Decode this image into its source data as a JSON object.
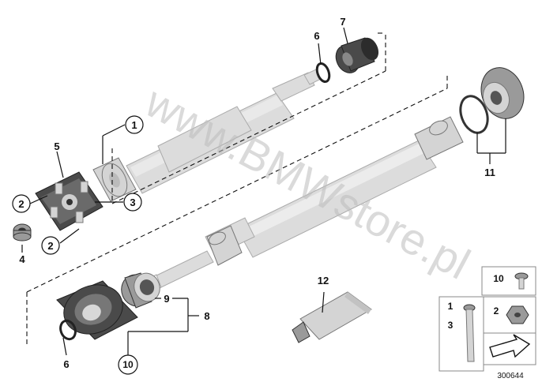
{
  "watermark": "www.BMWstore.pl",
  "labels": {
    "l1": "1",
    "l2a": "2",
    "l2b": "2",
    "l3": "3",
    "l4": "4",
    "l5": "5",
    "l6a": "6",
    "l6b": "6",
    "l7": "7",
    "l8": "8",
    "l9": "9",
    "l10": "10",
    "l11": "11",
    "l12": "12"
  },
  "legend": {
    "a10": "10",
    "a1": "1",
    "a3": "3",
    "a2": "2"
  },
  "reference_number": "300644"
}
